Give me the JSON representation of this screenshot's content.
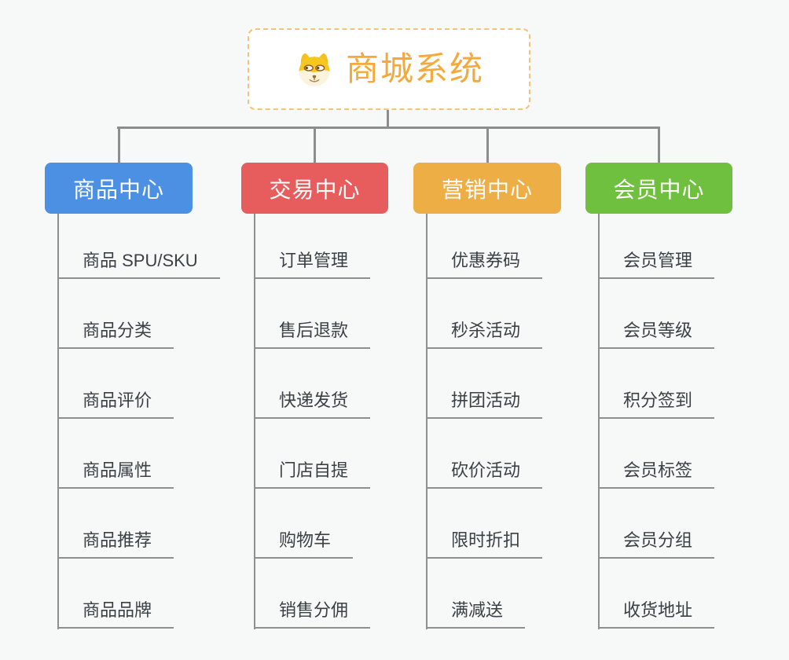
{
  "root": {
    "title": "商城系统",
    "icon": "doge-icon",
    "title_color": "#f5a93b",
    "border_color": "#f3c377"
  },
  "branches": [
    {
      "label": "商品中心",
      "color": "#4b90e2",
      "items": [
        "商品 SPU/SKU",
        "商品分类",
        "商品评价",
        "商品属性",
        "商品推荐",
        "商品品牌"
      ]
    },
    {
      "label": "交易中心",
      "color": "#e75c5c",
      "items": [
        "订单管理",
        "售后退款",
        "快递发货",
        "门店自提",
        "购物车",
        "销售分佣"
      ]
    },
    {
      "label": "营销中心",
      "color": "#ecae45",
      "items": [
        "优惠券码",
        "秒杀活动",
        "拼团活动",
        "砍价活动",
        "限时折扣",
        "满减送"
      ]
    },
    {
      "label": "会员中心",
      "color": "#70c040",
      "items": [
        "会员管理",
        "会员等级",
        "积分签到",
        "会员标签",
        "会员分组",
        "收货地址"
      ]
    }
  ],
  "colors": {
    "connector": "#8d8d8d",
    "leaf_text": "#3b4045",
    "background": "#f7f8f8"
  }
}
